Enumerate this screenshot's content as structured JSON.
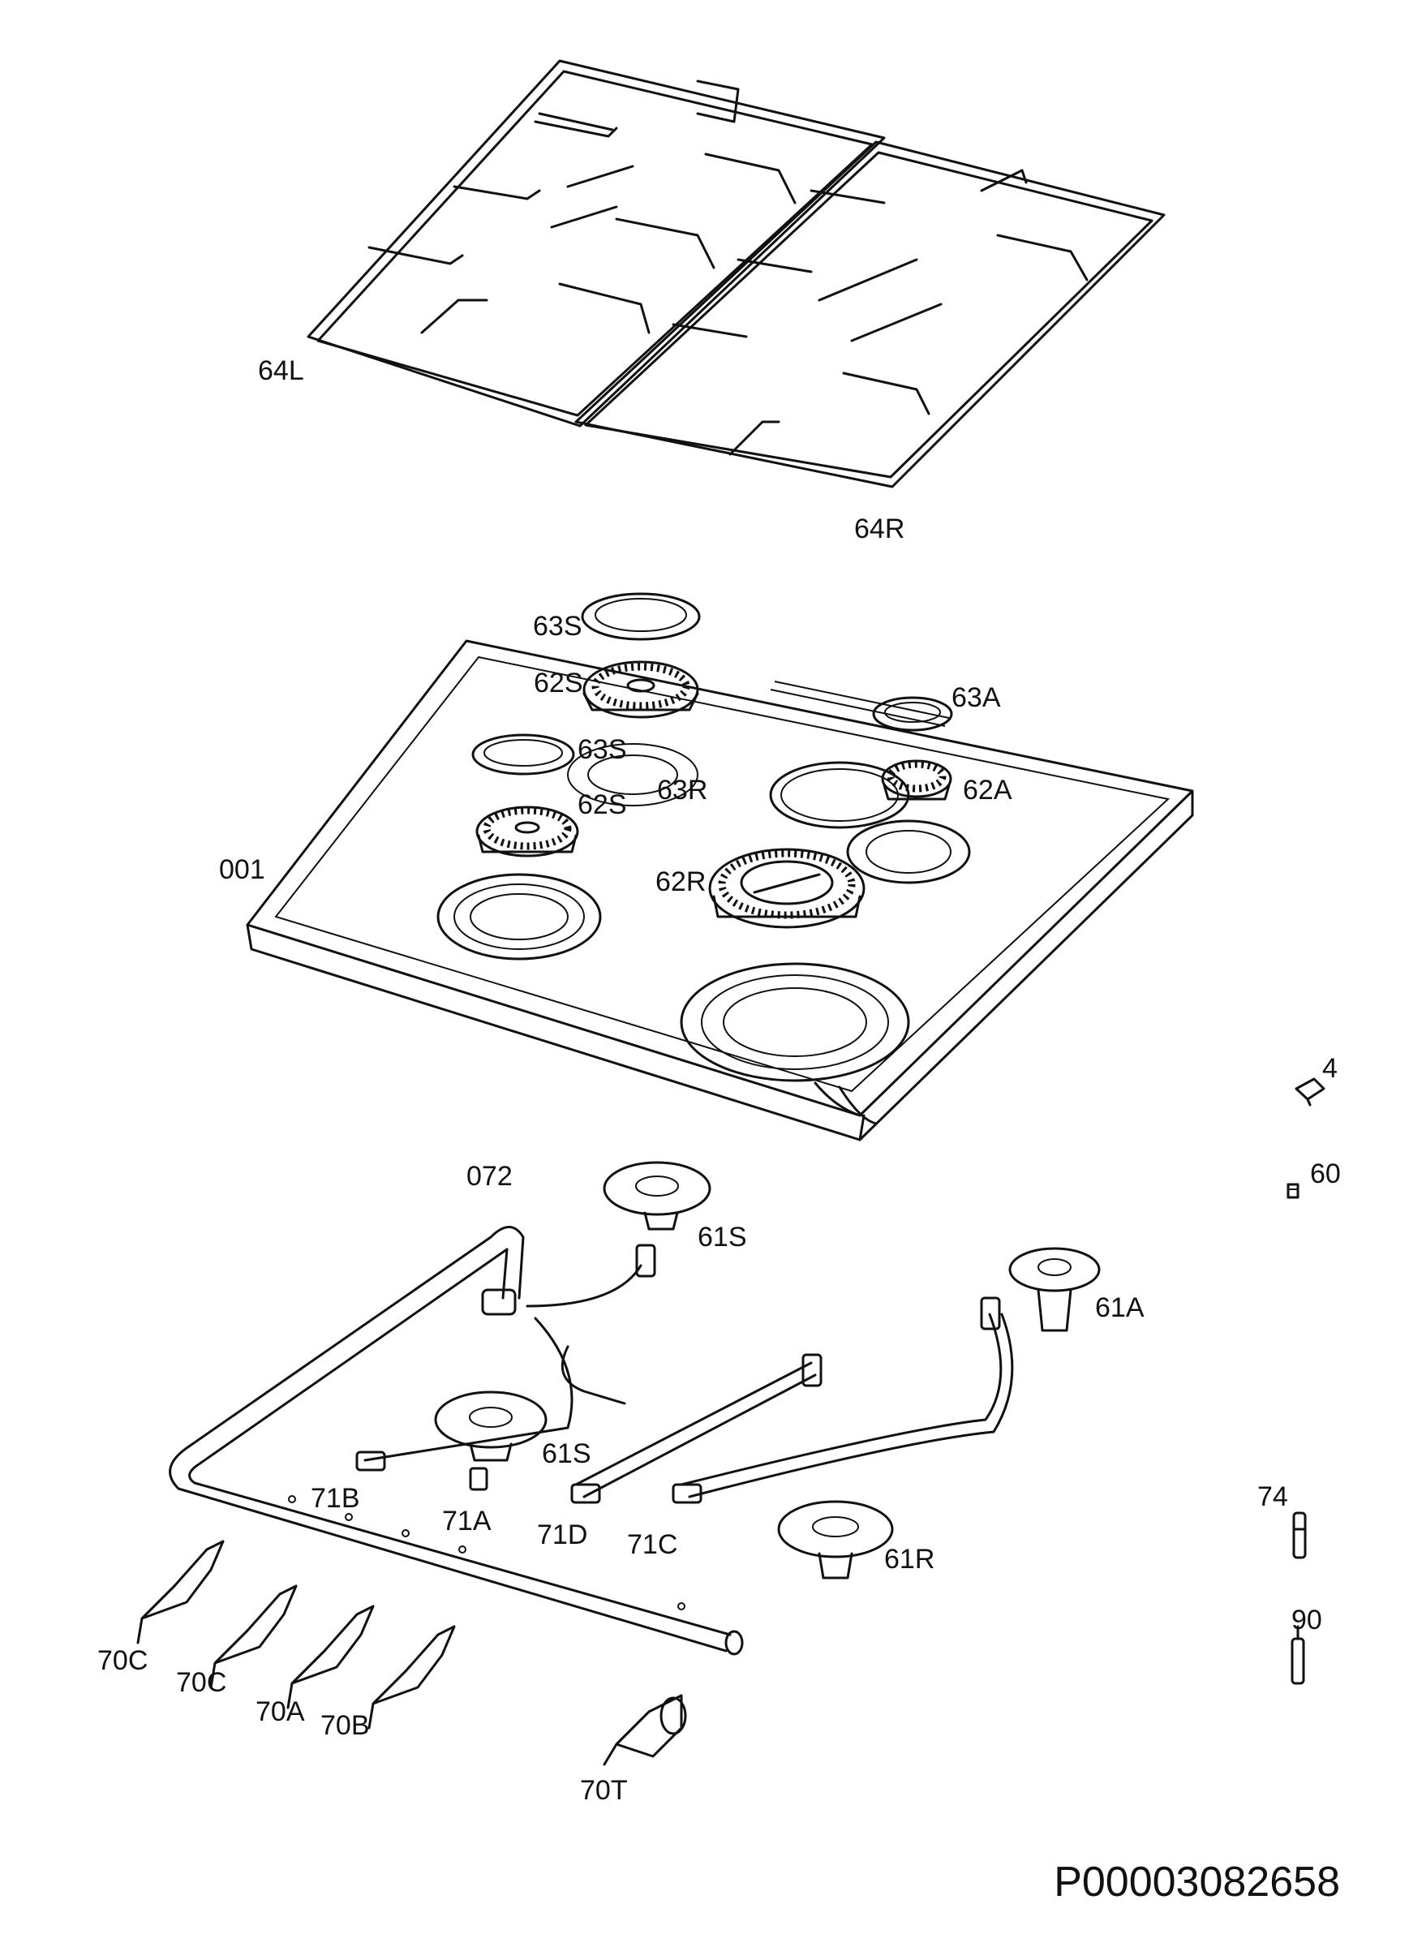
{
  "diagram": {
    "document_id": "P00003082658",
    "labels": {
      "grid_left": "64L",
      "grid_right": "64R",
      "cap_small_top": "63S",
      "crown_small_top": "62S",
      "cap_aux": "63A",
      "cap_small_mid": "63S",
      "crown_small_mid": "62S",
      "cap_rapid": "63R",
      "crown_aux": "62A",
      "hob_top": "001",
      "crown_rapid": "62R",
      "clip": "4",
      "screw": "60",
      "gas_ramp": "072",
      "burner_small_rear": "61S",
      "burner_aux": "61A",
      "burner_small_front": "61S",
      "pipe_b": "71B",
      "pipe_a": "71A",
      "pipe_d": "71D",
      "pipe_c": "71C",
      "burner_rapid": "61R",
      "thermocouple": "74",
      "spark_plug": "90",
      "tap_c1": "70C",
      "tap_c2": "70C",
      "tap_a": "70A",
      "tap_b": "70B",
      "tap_t": "70T"
    }
  }
}
